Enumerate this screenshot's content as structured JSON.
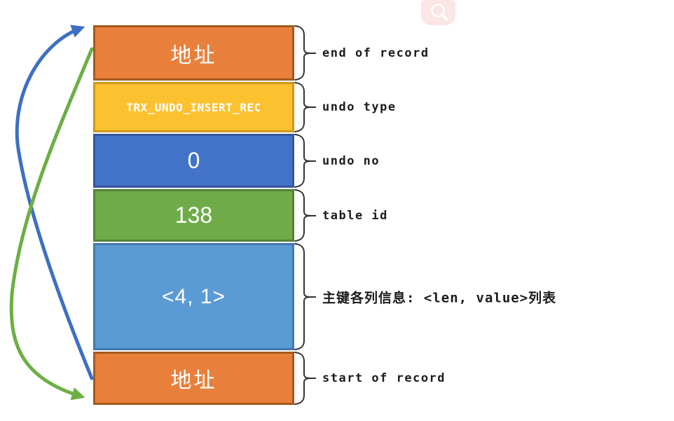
{
  "record_fields": [
    {
      "value": "地址",
      "annotation": "end of record",
      "fill": "#E8803C",
      "border": "#A6581F"
    },
    {
      "value": "TRX_UNDO_INSERT_REC",
      "annotation": "undo type",
      "fill": "#FCC12F",
      "border": "#D1971B"
    },
    {
      "value": "0",
      "annotation": "undo no",
      "fill": "#4273C8",
      "border": "#34569B"
    },
    {
      "value": "138",
      "annotation": "table id",
      "fill": "#6FAC49",
      "border": "#54823A"
    },
    {
      "value": "<4, 1>",
      "annotation": "主键各列信息: <len, value>列表",
      "fill": "#5B9BD5",
      "border": "#4178AC"
    },
    {
      "value": "地址",
      "annotation": "start of record",
      "fill": "#E8803C",
      "border": "#A6581F"
    }
  ],
  "colors": {
    "arrow_blue": "#3E6FC4",
    "arrow_green": "#6CAF44",
    "bracket": "#333333",
    "search_badge_bg": "#FBE5E5",
    "search_glyph": "#FFFFFF"
  },
  "search_badge": {
    "icon_name": "search-icon"
  }
}
